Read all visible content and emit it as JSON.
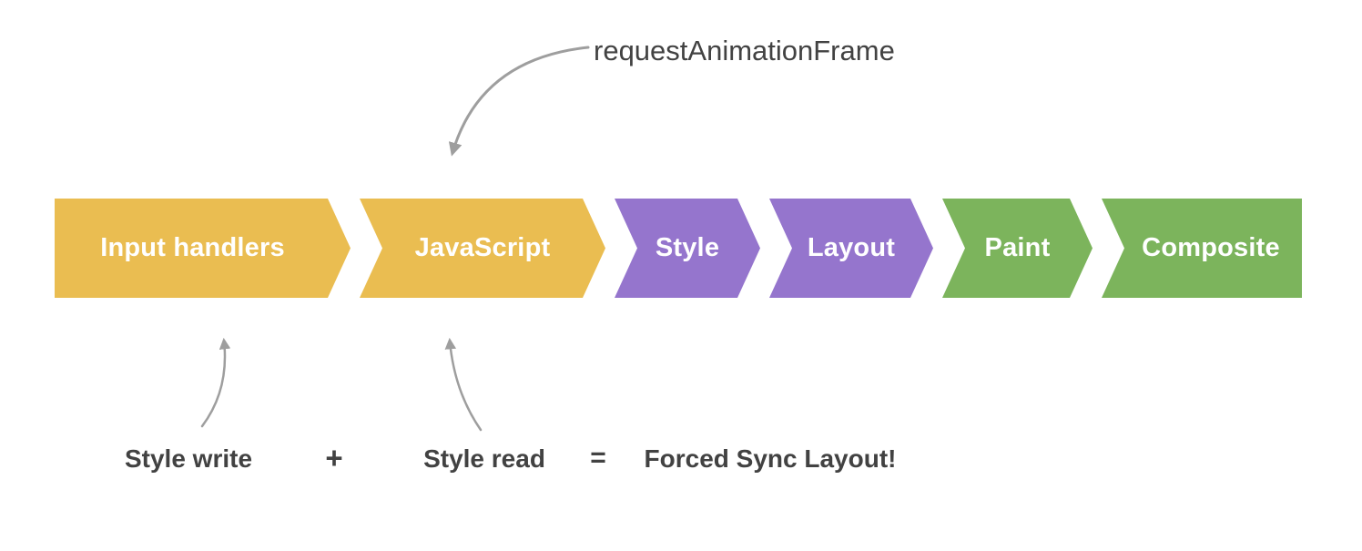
{
  "pipeline": {
    "segments": [
      {
        "label": "Input handlers",
        "color": "#EABD51"
      },
      {
        "label": "JavaScript",
        "color": "#EABD51"
      },
      {
        "label": "Style",
        "color": "#9575CD"
      },
      {
        "label": "Layout",
        "color": "#9575CD"
      },
      {
        "label": "Paint",
        "color": "#7CB45C"
      },
      {
        "label": "Composite",
        "color": "#7CB45C"
      }
    ],
    "label_color": "#FFFFFF"
  },
  "annotations": {
    "raf": "requestAnimationFrame",
    "style_write": "Style write",
    "plus_sign": "+",
    "style_read": "Style read",
    "equals_sign": "=",
    "forced_sync": "Forced Sync Layout!",
    "text_color": "#424242",
    "arrow_color": "#9E9E9E"
  }
}
